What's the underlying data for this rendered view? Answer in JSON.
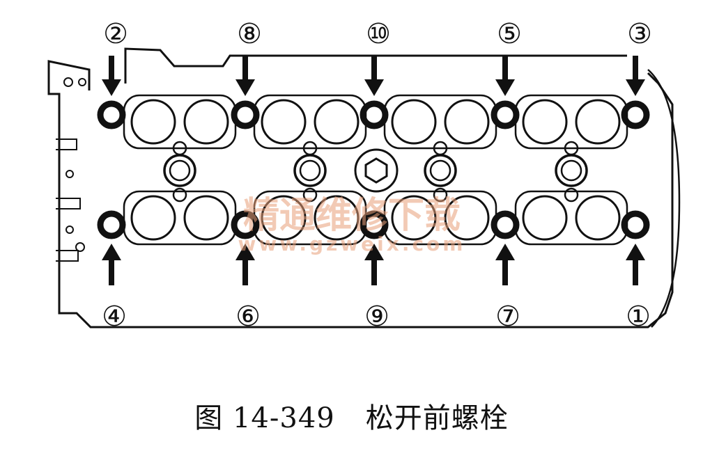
{
  "bolts": [
    {
      "label": "②",
      "row": "top",
      "col": 0
    },
    {
      "label": "⑧",
      "row": "top",
      "col": 1
    },
    {
      "label": "⑩",
      "row": "top",
      "col": 2
    },
    {
      "label": "⑤",
      "row": "top",
      "col": 3
    },
    {
      "label": "③",
      "row": "top",
      "col": 4
    },
    {
      "label": "④",
      "row": "bottom",
      "col": 0
    },
    {
      "label": "⑥",
      "row": "bottom",
      "col": 1
    },
    {
      "label": "⑨",
      "row": "bottom",
      "col": 2
    },
    {
      "label": "⑦",
      "row": "bottom",
      "col": 3
    },
    {
      "label": "①",
      "row": "bottom",
      "col": 4
    }
  ],
  "watermark": {
    "text": "精通维修下载",
    "url": "www.gzweix.com",
    "color": "#e8a07a"
  },
  "caption": {
    "figure": "图 14-349",
    "title": "松开前螺栓"
  }
}
